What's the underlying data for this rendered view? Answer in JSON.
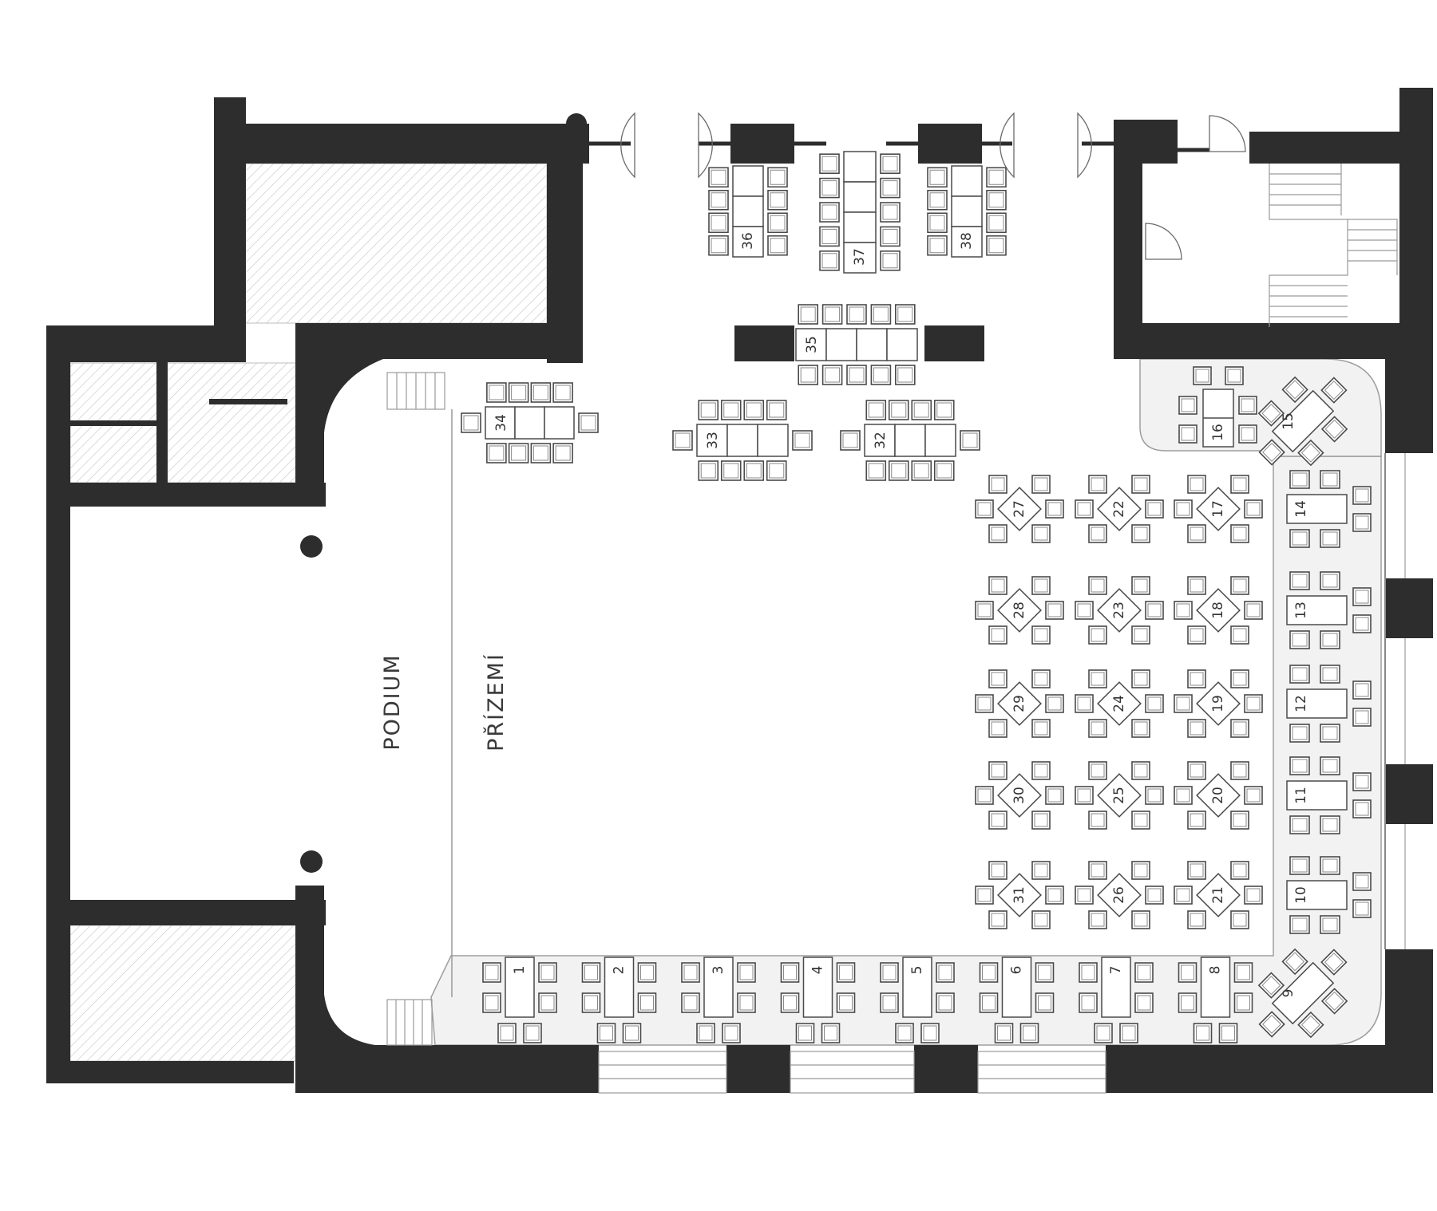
{
  "labels": {
    "podium": "PODIUM",
    "ground_floor": "PŘÍZEMÍ"
  },
  "colors": {
    "wall": "#2d2d2d",
    "floor": "#ffffff",
    "service_floor": "#f2f2f2",
    "furniture_stroke": "#4a4a4a"
  },
  "tables": {
    "front_row": [
      "1",
      "2",
      "3",
      "4",
      "5",
      "6",
      "7",
      "8"
    ],
    "corner": [
      "9",
      "15"
    ],
    "side_row": [
      "10",
      "11",
      "12",
      "13",
      "14"
    ],
    "square_pair": "16",
    "diamond_col_1": [
      "17",
      "18",
      "19",
      "20",
      "21"
    ],
    "diamond_col_2": [
      "22",
      "23",
      "24",
      "25",
      "26"
    ],
    "diamond_col_3": [
      "27",
      "28",
      "29",
      "30",
      "31"
    ],
    "long_32": "32",
    "long_33": "33",
    "long_34": "34",
    "long_35": "35",
    "entry_36": "36",
    "entry_37": "37",
    "entry_38": "38"
  }
}
